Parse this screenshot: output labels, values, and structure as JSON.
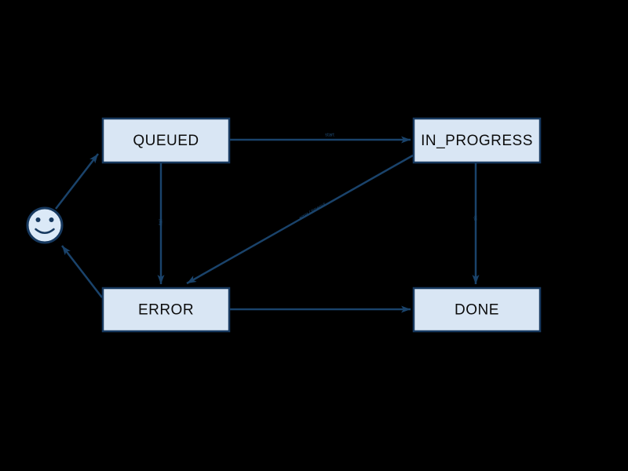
{
  "diagram": {
    "type": "state-machine",
    "background_color": "#000000",
    "colors": {
      "node_fill": "#d9e6f4",
      "node_border": "#17395f",
      "edge": "#1a436b",
      "node_text": "#0d0d0d"
    },
    "nodes": [
      {
        "id": "start",
        "type": "smiley-face",
        "label": ""
      },
      {
        "id": "queued",
        "type": "box",
        "label": "QUEUED"
      },
      {
        "id": "in_progress",
        "type": "box",
        "label": "IN_PROGRESS"
      },
      {
        "id": "error",
        "type": "box",
        "label": "ERROR"
      },
      {
        "id": "done",
        "type": "box",
        "label": "DONE"
      }
    ],
    "edges": [
      {
        "from": "start",
        "to": "queued",
        "label": ""
      },
      {
        "from": "queued",
        "to": "in_progress",
        "label": "start"
      },
      {
        "from": "queued",
        "to": "error",
        "label": "fail"
      },
      {
        "from": "in_progress",
        "to": "error",
        "label": "error / timeout"
      },
      {
        "from": "in_progress",
        "to": "done",
        "label": "ok"
      },
      {
        "from": "error",
        "to": "done",
        "label": ""
      },
      {
        "from": "error",
        "to": "start",
        "label": ""
      }
    ]
  }
}
